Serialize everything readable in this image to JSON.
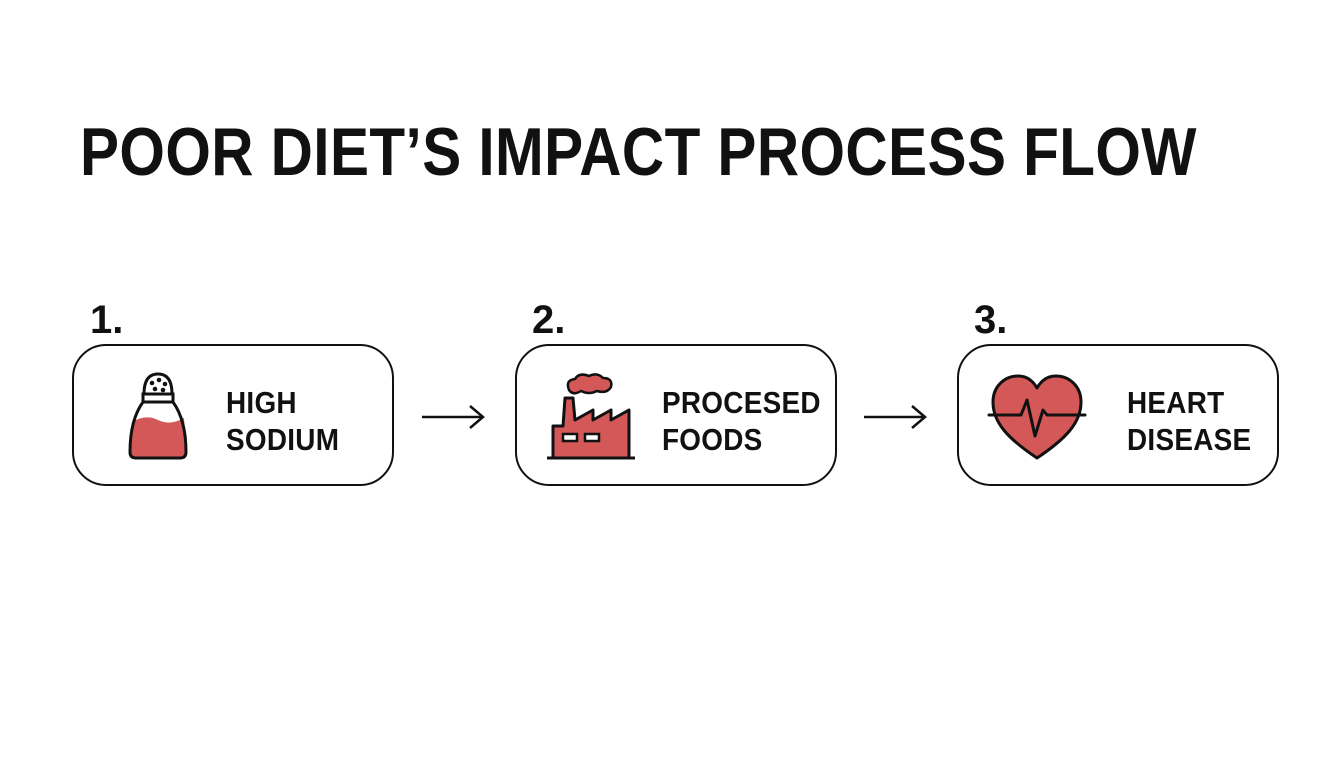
{
  "title": "POOR DIET’S IMPACT PROCESS FLOW",
  "steps": [
    {
      "number": "1.",
      "label_line1": "HIGH",
      "label_line2": "SODIUM",
      "icon": "salt-shaker-icon"
    },
    {
      "number": "2.",
      "label_line1": "PROCESED",
      "label_line2": "FOODS",
      "icon": "factory-icon"
    },
    {
      "number": "3.",
      "label_line1": "HEART",
      "label_line2": "DISEASE",
      "icon": "heart-pulse-icon"
    }
  ],
  "colors": {
    "accent": "#d45858",
    "stroke": "#111111",
    "background": "#ffffff"
  }
}
